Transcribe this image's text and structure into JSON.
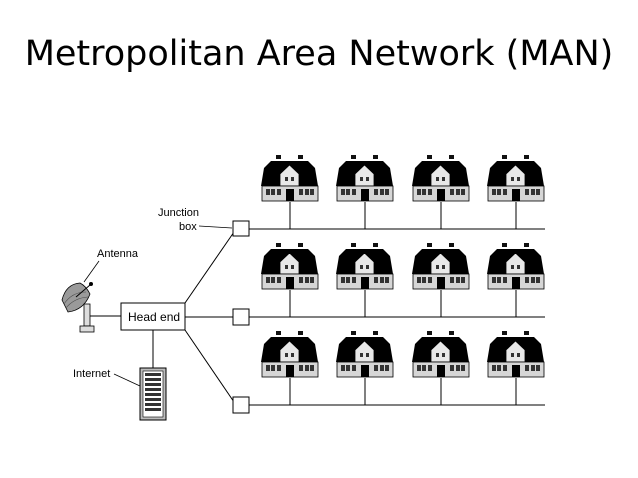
{
  "slide": {
    "title": "Metropolitan Area Network (MAN)"
  },
  "diagram": {
    "labels": {
      "junction_box_line1": "Junction",
      "junction_box_line2": "box",
      "antenna": "Antenna",
      "head_end": "Head end",
      "internet": "Internet"
    },
    "rows": [
      {
        "houses": 4
      },
      {
        "houses": 4
      },
      {
        "houses": 4
      }
    ],
    "icons": [
      "antenna-dish-icon",
      "server-rack-icon",
      "house-icon"
    ]
  }
}
